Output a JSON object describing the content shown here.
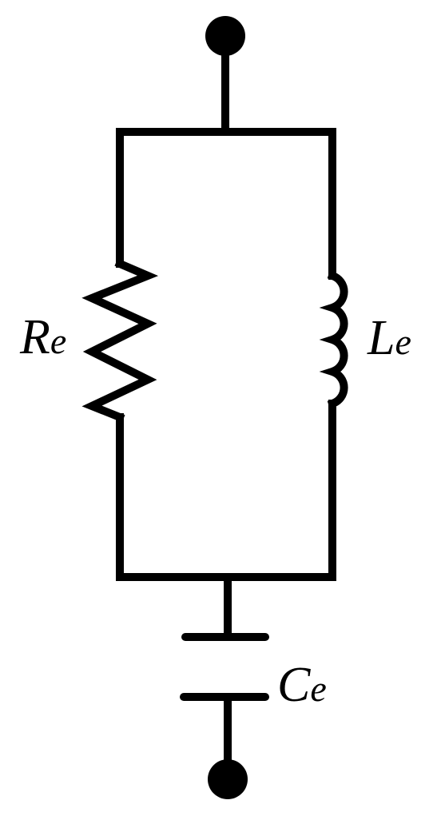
{
  "colors": {
    "stroke": "#000000",
    "background": "#ffffff"
  },
  "circuit": {
    "components": [
      {
        "id": "resistor",
        "symbol": "resistor",
        "label": "R",
        "subscript": "e"
      },
      {
        "id": "inductor",
        "symbol": "inductor",
        "label": "L",
        "subscript": "e"
      },
      {
        "id": "capacitor",
        "symbol": "capacitor",
        "label": "C",
        "subscript": "e"
      }
    ],
    "terminals": [
      "top-terminal",
      "bottom-terminal"
    ]
  }
}
